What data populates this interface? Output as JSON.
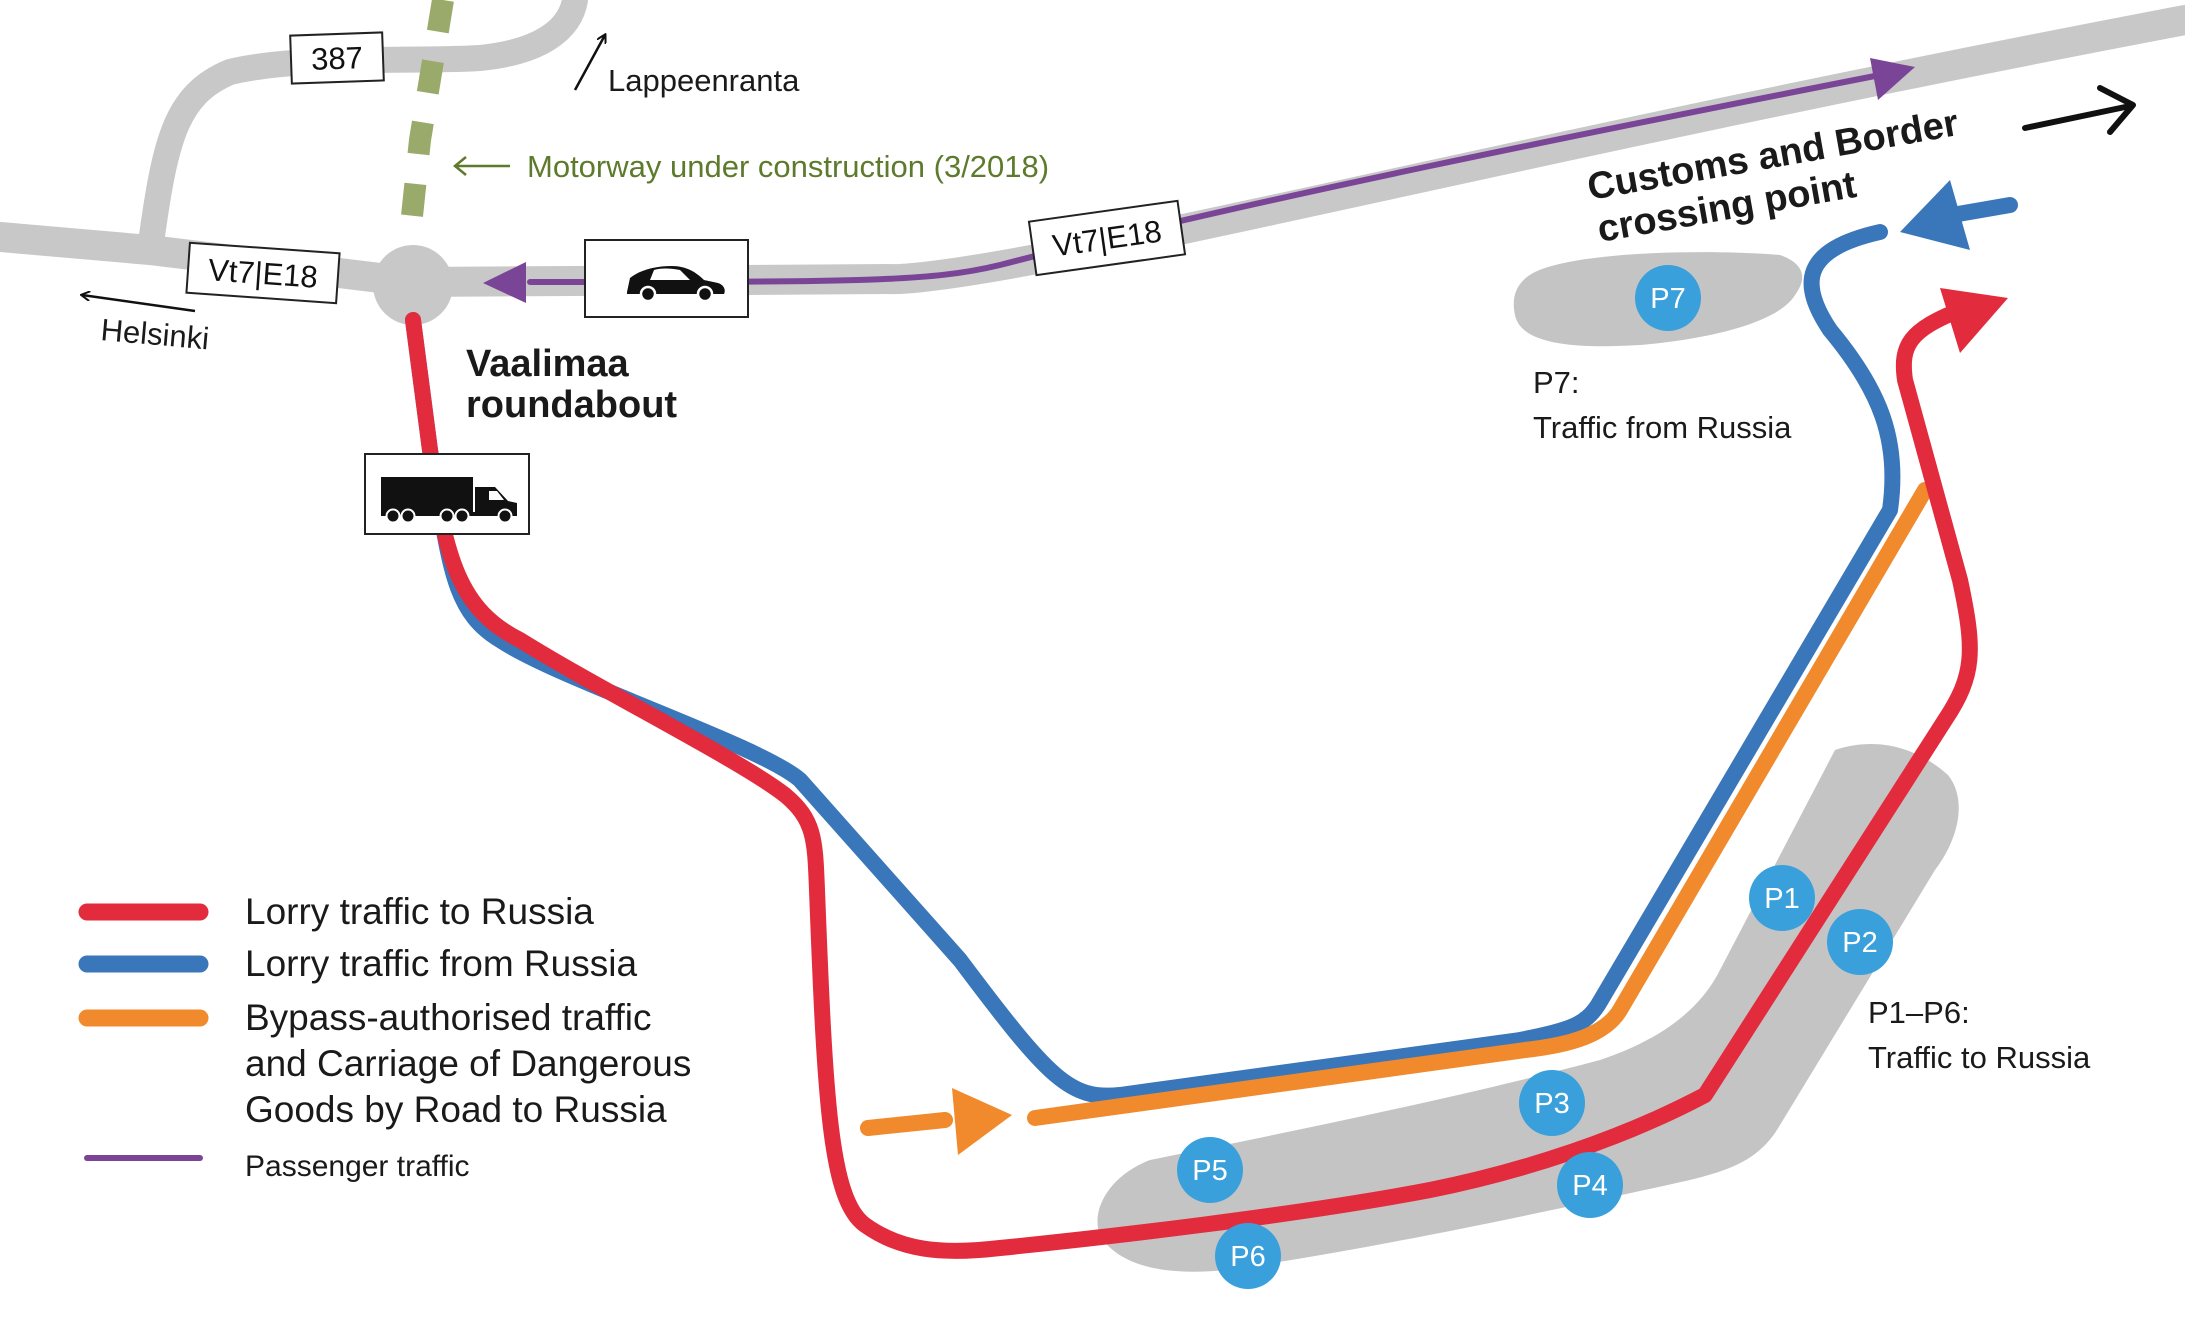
{
  "roads": {
    "route_387": "387",
    "vt7_e18_west": "Vt7|E18",
    "vt7_e18_east": "Vt7|E18"
  },
  "directions": {
    "lappeenranta": "Lappeenranta",
    "helsinki": "Helsinki",
    "motorway": "Motorway under construction (3/2018)"
  },
  "places": {
    "roundabout_line1": "Vaalimaa",
    "roundabout_line2": "roundabout",
    "customs_line1": "Customs and Border",
    "customs_line2": "crossing point"
  },
  "parking": {
    "areas": [
      "P1",
      "P2",
      "P3",
      "P4",
      "P5",
      "P6",
      "P7"
    ],
    "p7_title": "P7:",
    "p7_desc": "Traffic from Russia",
    "p1p6_title": "P1–P6:",
    "p1p6_desc": "Traffic to Russia"
  },
  "legend": [
    {
      "label": "Lorry traffic to Russia",
      "color": "#e32b3e"
    },
    {
      "label": "Lorry traffic from Russia",
      "color": "#3a76ba"
    },
    {
      "label": "Bypass-authorised traffic",
      "color": "#f08a2c"
    },
    {
      "label": "and Carriage of Dangerous",
      "color": ""
    },
    {
      "label": "Goods by Road to Russia",
      "color": ""
    },
    {
      "label": "Passenger traffic",
      "color": "#7b4597"
    }
  ],
  "colors": {
    "road": "#c8c8c8",
    "motorway": "#9aaa6a",
    "motorway_text": "#5e7a2c",
    "lorry_to_russia": "#e32b3e",
    "lorry_from_russia": "#3a76ba",
    "bypass": "#f08a2c",
    "passenger": "#7b4597",
    "parking_badge": "#3aa0dc",
    "parking_area": "#c4c4c4"
  },
  "icons": {
    "car": "car-icon",
    "truck": "truck-icon"
  }
}
